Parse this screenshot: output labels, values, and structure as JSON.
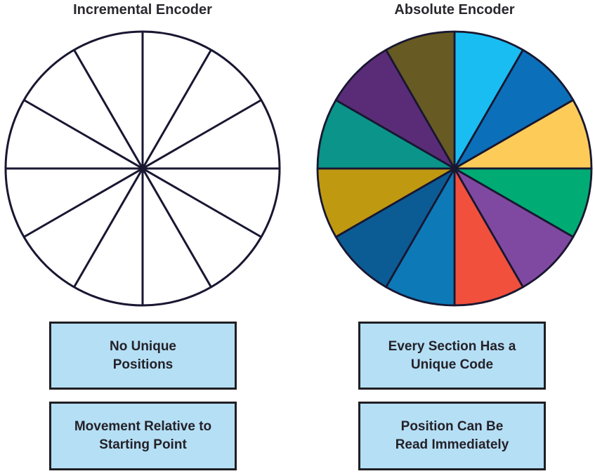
{
  "wheels": {
    "incremental": {
      "title": "Incremental Encoder",
      "sections": 12,
      "fill": "#FFFFFF",
      "stroke": "#191731"
    },
    "absolute": {
      "title": "Absolute Encoder",
      "sections": 12,
      "stroke": "#191731",
      "segment_colors_clockwise_from_top": [
        "#19BDF2",
        "#0B70B9",
        "#FDCC58",
        "#00AC73",
        "#8049A1",
        "#F0503C",
        "#0E79B7",
        "#0B5C95",
        "#BF9A11",
        "#0A948A",
        "#5A2C77",
        "#675A23"
      ]
    }
  },
  "callouts": {
    "incremental": [
      {
        "line1": "No Unique",
        "line2": "Positions"
      },
      {
        "line1": "Movement Relative to",
        "line2": "Starting Point"
      }
    ],
    "absolute": [
      {
        "line1": "Every Section Has a",
        "line2": "Unique Code"
      },
      {
        "line1": "Position Can Be",
        "line2": "Read Immediately"
      }
    ]
  },
  "colors": {
    "callout_fill": "#B5DFF5",
    "callout_border": "#1F1F23",
    "text": "#242128",
    "wheel_stroke": "#191731"
  }
}
